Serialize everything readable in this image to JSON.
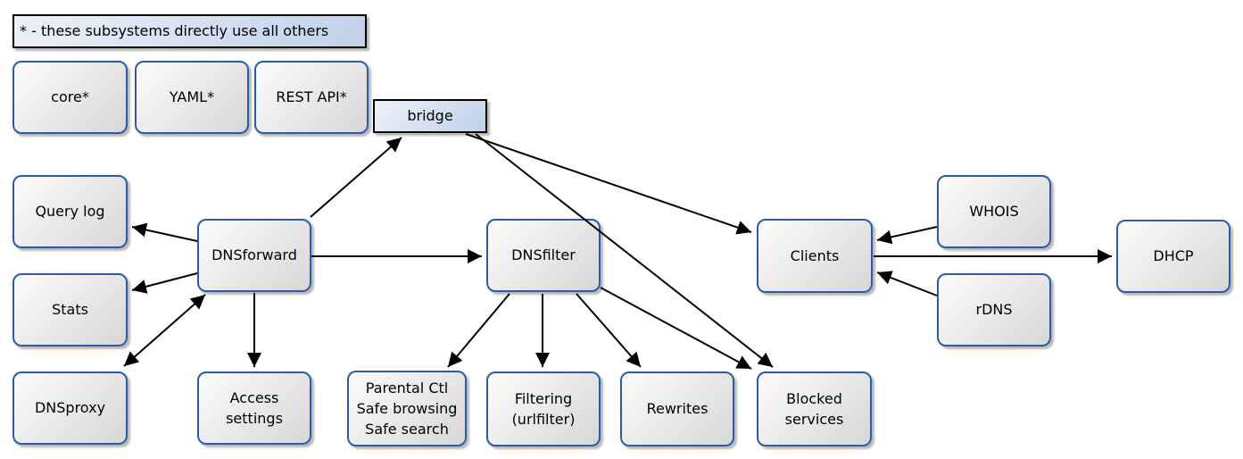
{
  "legend": {
    "label": "* - these subsystems directly use all others"
  },
  "nodes": {
    "core": {
      "label": "core*"
    },
    "yaml": {
      "label": "YAML*"
    },
    "restapi": {
      "label": "REST API*"
    },
    "bridge": {
      "label": "bridge"
    },
    "querylog": {
      "label": "Query log"
    },
    "stats": {
      "label": "Stats"
    },
    "dnsproxy": {
      "label": "DNSproxy"
    },
    "dnsforward": {
      "label": "DNSforward"
    },
    "access": {
      "label": "Access\nsettings"
    },
    "dnsfilter": {
      "label": "DNSfilter"
    },
    "parental": {
      "label": "Parental Ctl\nSafe browsing\nSafe search"
    },
    "filtering": {
      "label": "Filtering\n(urlfilter)"
    },
    "rewrites": {
      "label": "Rewrites"
    },
    "blocked": {
      "label": "Blocked\nservices"
    },
    "clients": {
      "label": "Clients"
    },
    "whois": {
      "label": "WHOIS"
    },
    "rdns": {
      "label": "rDNS"
    },
    "dhcp": {
      "label": "DHCP"
    }
  },
  "edges": [
    {
      "from": "DNSforward",
      "to": "bridge",
      "bidirectional": false
    },
    {
      "from": "bridge",
      "to": "Clients",
      "bidirectional": false
    },
    {
      "from": "bridge",
      "to": "Blocked services",
      "bidirectional": false
    },
    {
      "from": "DNSforward",
      "to": "Query log",
      "bidirectional": false
    },
    {
      "from": "DNSforward",
      "to": "Stats",
      "bidirectional": false
    },
    {
      "from": "DNSforward",
      "to": "DNSproxy",
      "bidirectional": true
    },
    {
      "from": "DNSforward",
      "to": "Access settings",
      "bidirectional": false
    },
    {
      "from": "DNSforward",
      "to": "DNSfilter",
      "bidirectional": false
    },
    {
      "from": "DNSfilter",
      "to": "Parental Ctl / Safe browsing / Safe search",
      "bidirectional": false
    },
    {
      "from": "DNSfilter",
      "to": "Filtering (urlfilter)",
      "bidirectional": false
    },
    {
      "from": "DNSfilter",
      "to": "Rewrites",
      "bidirectional": false
    },
    {
      "from": "DNSfilter",
      "to": "Blocked services",
      "bidirectional": false
    },
    {
      "from": "WHOIS",
      "to": "Clients",
      "bidirectional": false
    },
    {
      "from": "rDNS",
      "to": "Clients",
      "bidirectional": false
    },
    {
      "from": "Clients",
      "to": "DHCP",
      "bidirectional": false
    }
  ],
  "colors": {
    "node_border": "#2b5ca8",
    "line": "#000000",
    "text": "#000000",
    "grey_box_fill_top": "#fcfcfc",
    "grey_box_fill_bottom": "#d7d7d7",
    "blue_box_fill_top": "#edf2fa",
    "blue_box_fill_bottom": "#bfd0e8",
    "background": "#ffffff"
  }
}
